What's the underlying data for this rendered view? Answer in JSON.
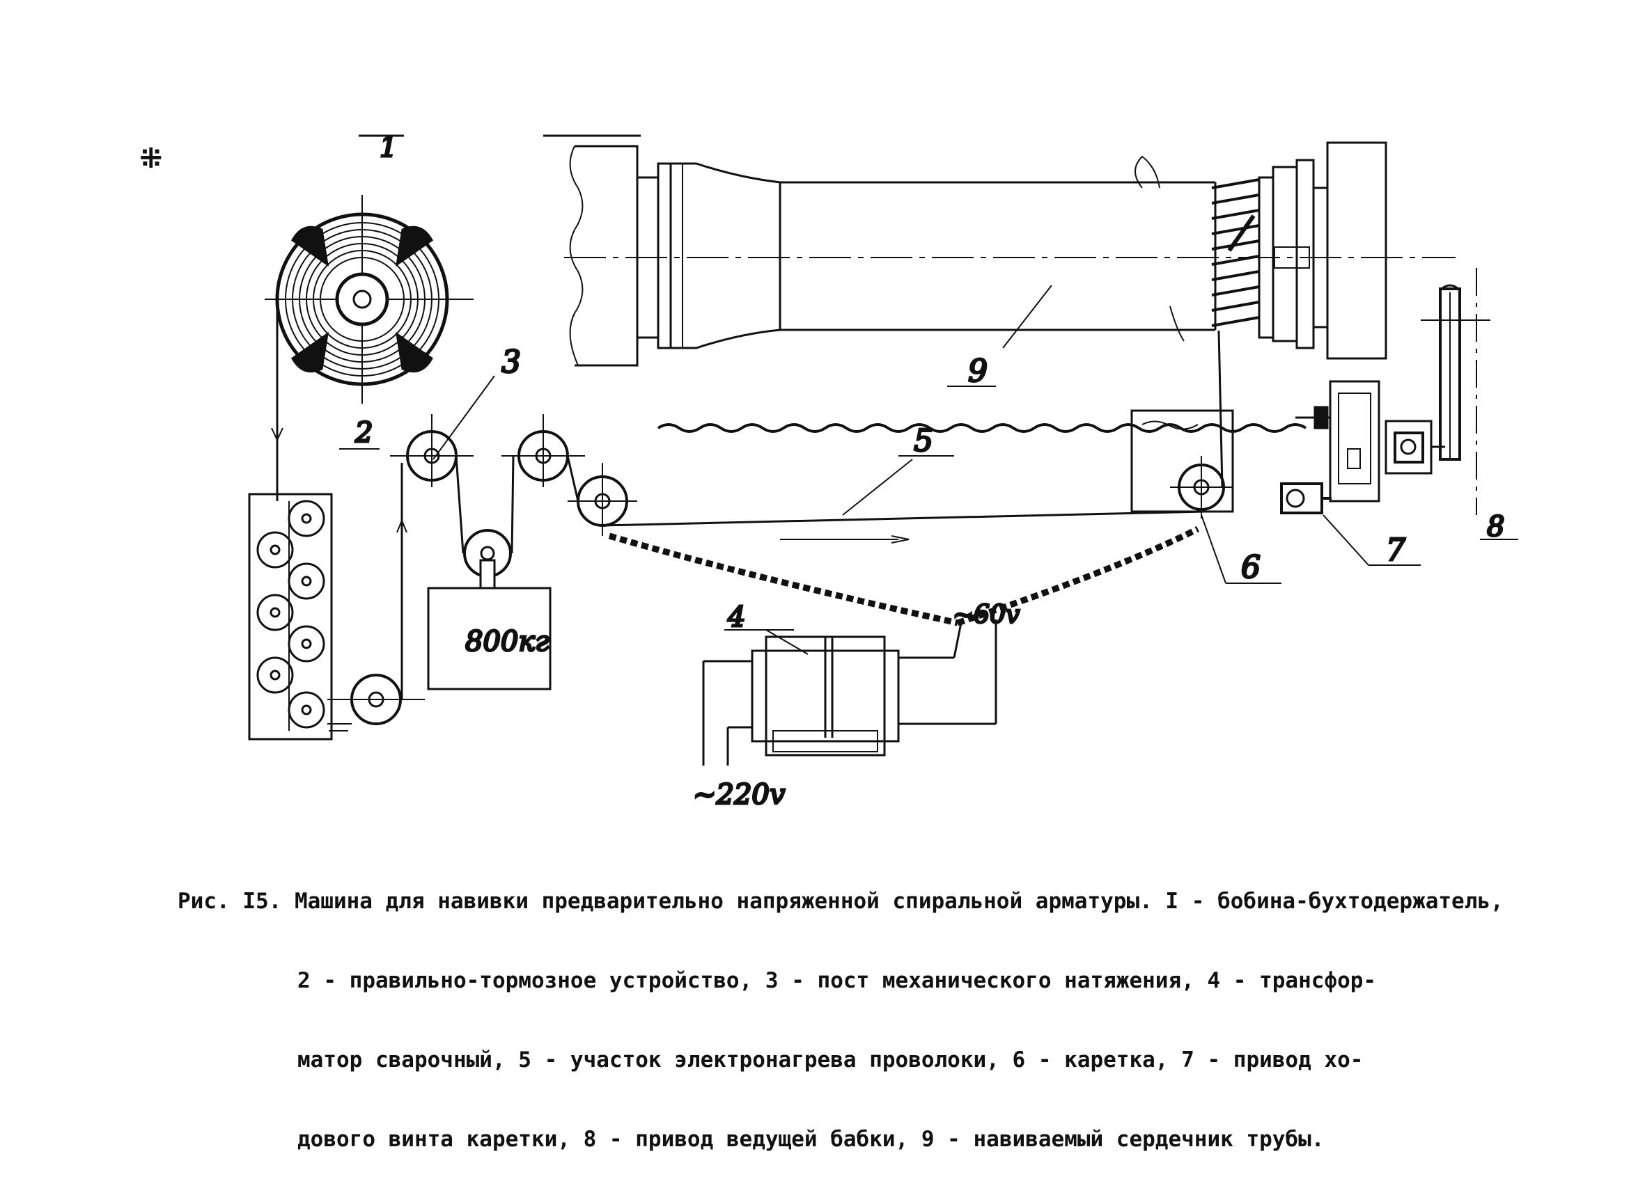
{
  "diagram": {
    "margin_mark": "⁜",
    "labels": {
      "l1": "1",
      "l2": "2",
      "l3": "3",
      "l4": "4",
      "l5": "5",
      "l6": "6",
      "l7": "7",
      "l8": "8",
      "l9": "9",
      "weight": "800кг",
      "volt60": "~60v",
      "volt220": "~220v"
    }
  },
  "caption": {
    "line1": "Рис. I5. Машина для навивки предварительно напряженной спиральной арматуры. I - бобина-бухтодержатель,",
    "line2": "2 - правильно-тормозное устройство, 3 - пост механического натяжения, 4 - трансфор-",
    "line3": "матор сварочный, 5 - участок электронагрева проволоки, 6 - каретка, 7 - привод хо-",
    "line4": "дового винта каретки, 8 - привод ведущей бабки, 9 - навиваемый сердечник трубы."
  }
}
